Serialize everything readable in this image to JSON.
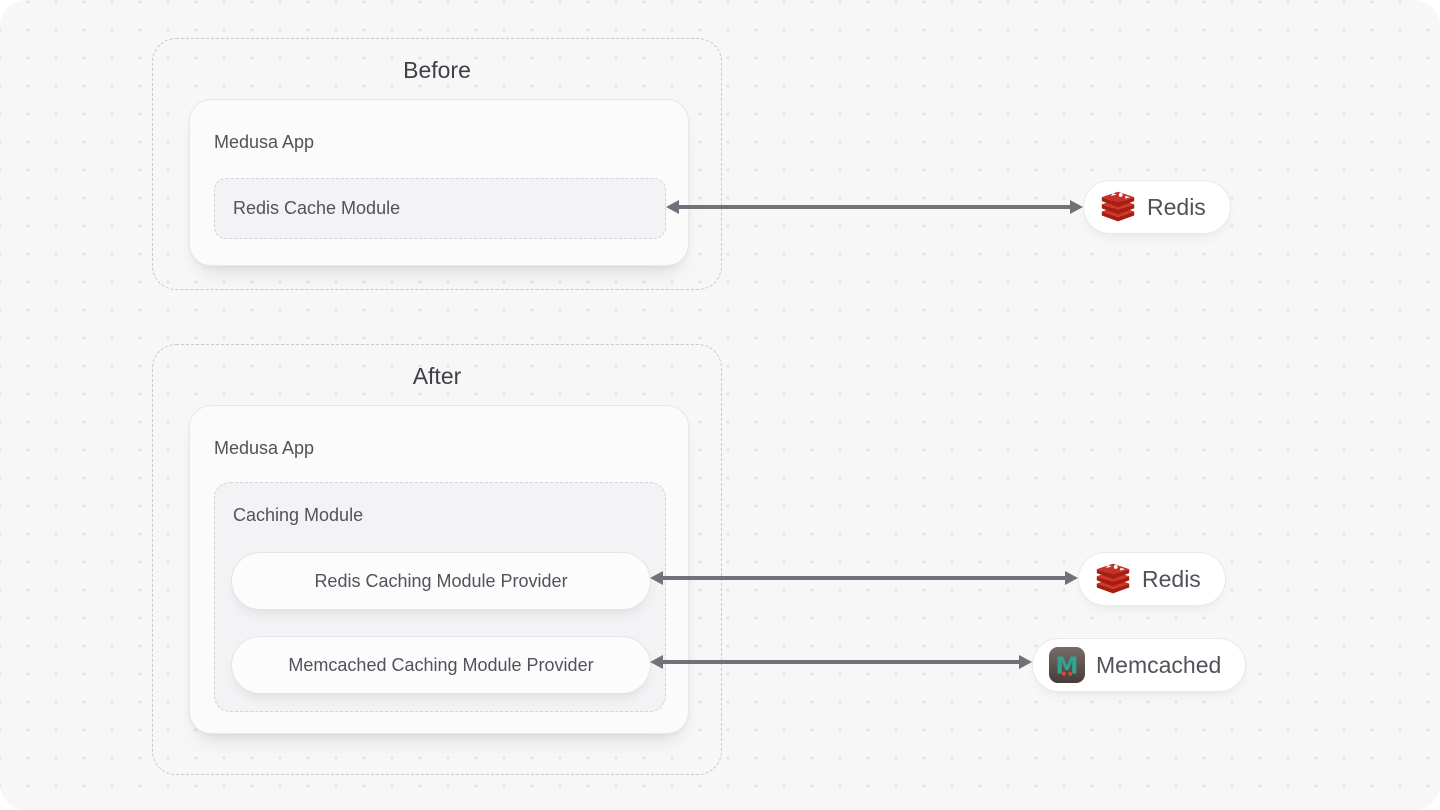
{
  "colors": {
    "canvas_background": "#f7f7f8",
    "dot_grid": "#e3e3e8",
    "arrow": "#71717a",
    "title_text": "#3f3f46",
    "label_text": "#52525b",
    "redis_red": "#c6302b",
    "redis_dark_red": "#a41e11",
    "memcached_teal": "#2fa491",
    "memcached_brown": "#5c514d"
  },
  "before": {
    "title": "Before",
    "app": {
      "label": "Medusa App",
      "module_label": "Redis Cache Module"
    },
    "external": {
      "label": "Redis",
      "icon": "redis-logo-icon"
    },
    "connection": {
      "from": "Redis Cache Module",
      "to": "Redis",
      "bidirectional": true
    }
  },
  "after": {
    "title": "After",
    "app": {
      "label": "Medusa App",
      "caching_module": {
        "label": "Caching Module",
        "providers": [
          {
            "label": "Redis Caching Module Provider"
          },
          {
            "label": "Memcached Caching Module Provider"
          }
        ]
      }
    },
    "externals": [
      {
        "label": "Redis",
        "icon": "redis-logo-icon"
      },
      {
        "label": "Memcached",
        "icon": "memcached-logo-icon"
      }
    ],
    "connections": [
      {
        "from": "Redis Caching Module Provider",
        "to": "Redis",
        "bidirectional": true
      },
      {
        "from": "Memcached Caching Module Provider",
        "to": "Memcached",
        "bidirectional": true
      }
    ]
  }
}
